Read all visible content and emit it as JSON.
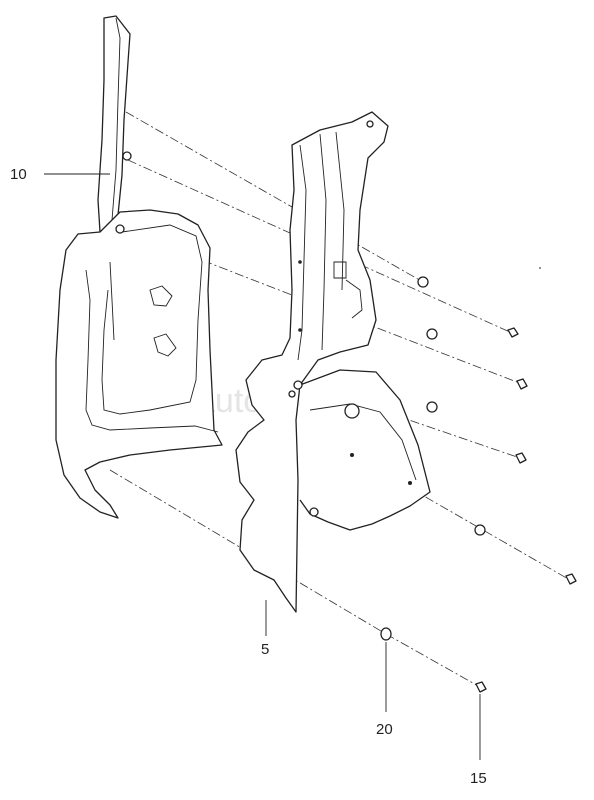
{
  "callouts": {
    "part_10": "10",
    "part_5": "5",
    "part_20": "20",
    "part_15": "15"
  },
  "watermark": {
    "text": "autopiter.ru"
  },
  "icons": [
    "watermark-logo-icon"
  ]
}
